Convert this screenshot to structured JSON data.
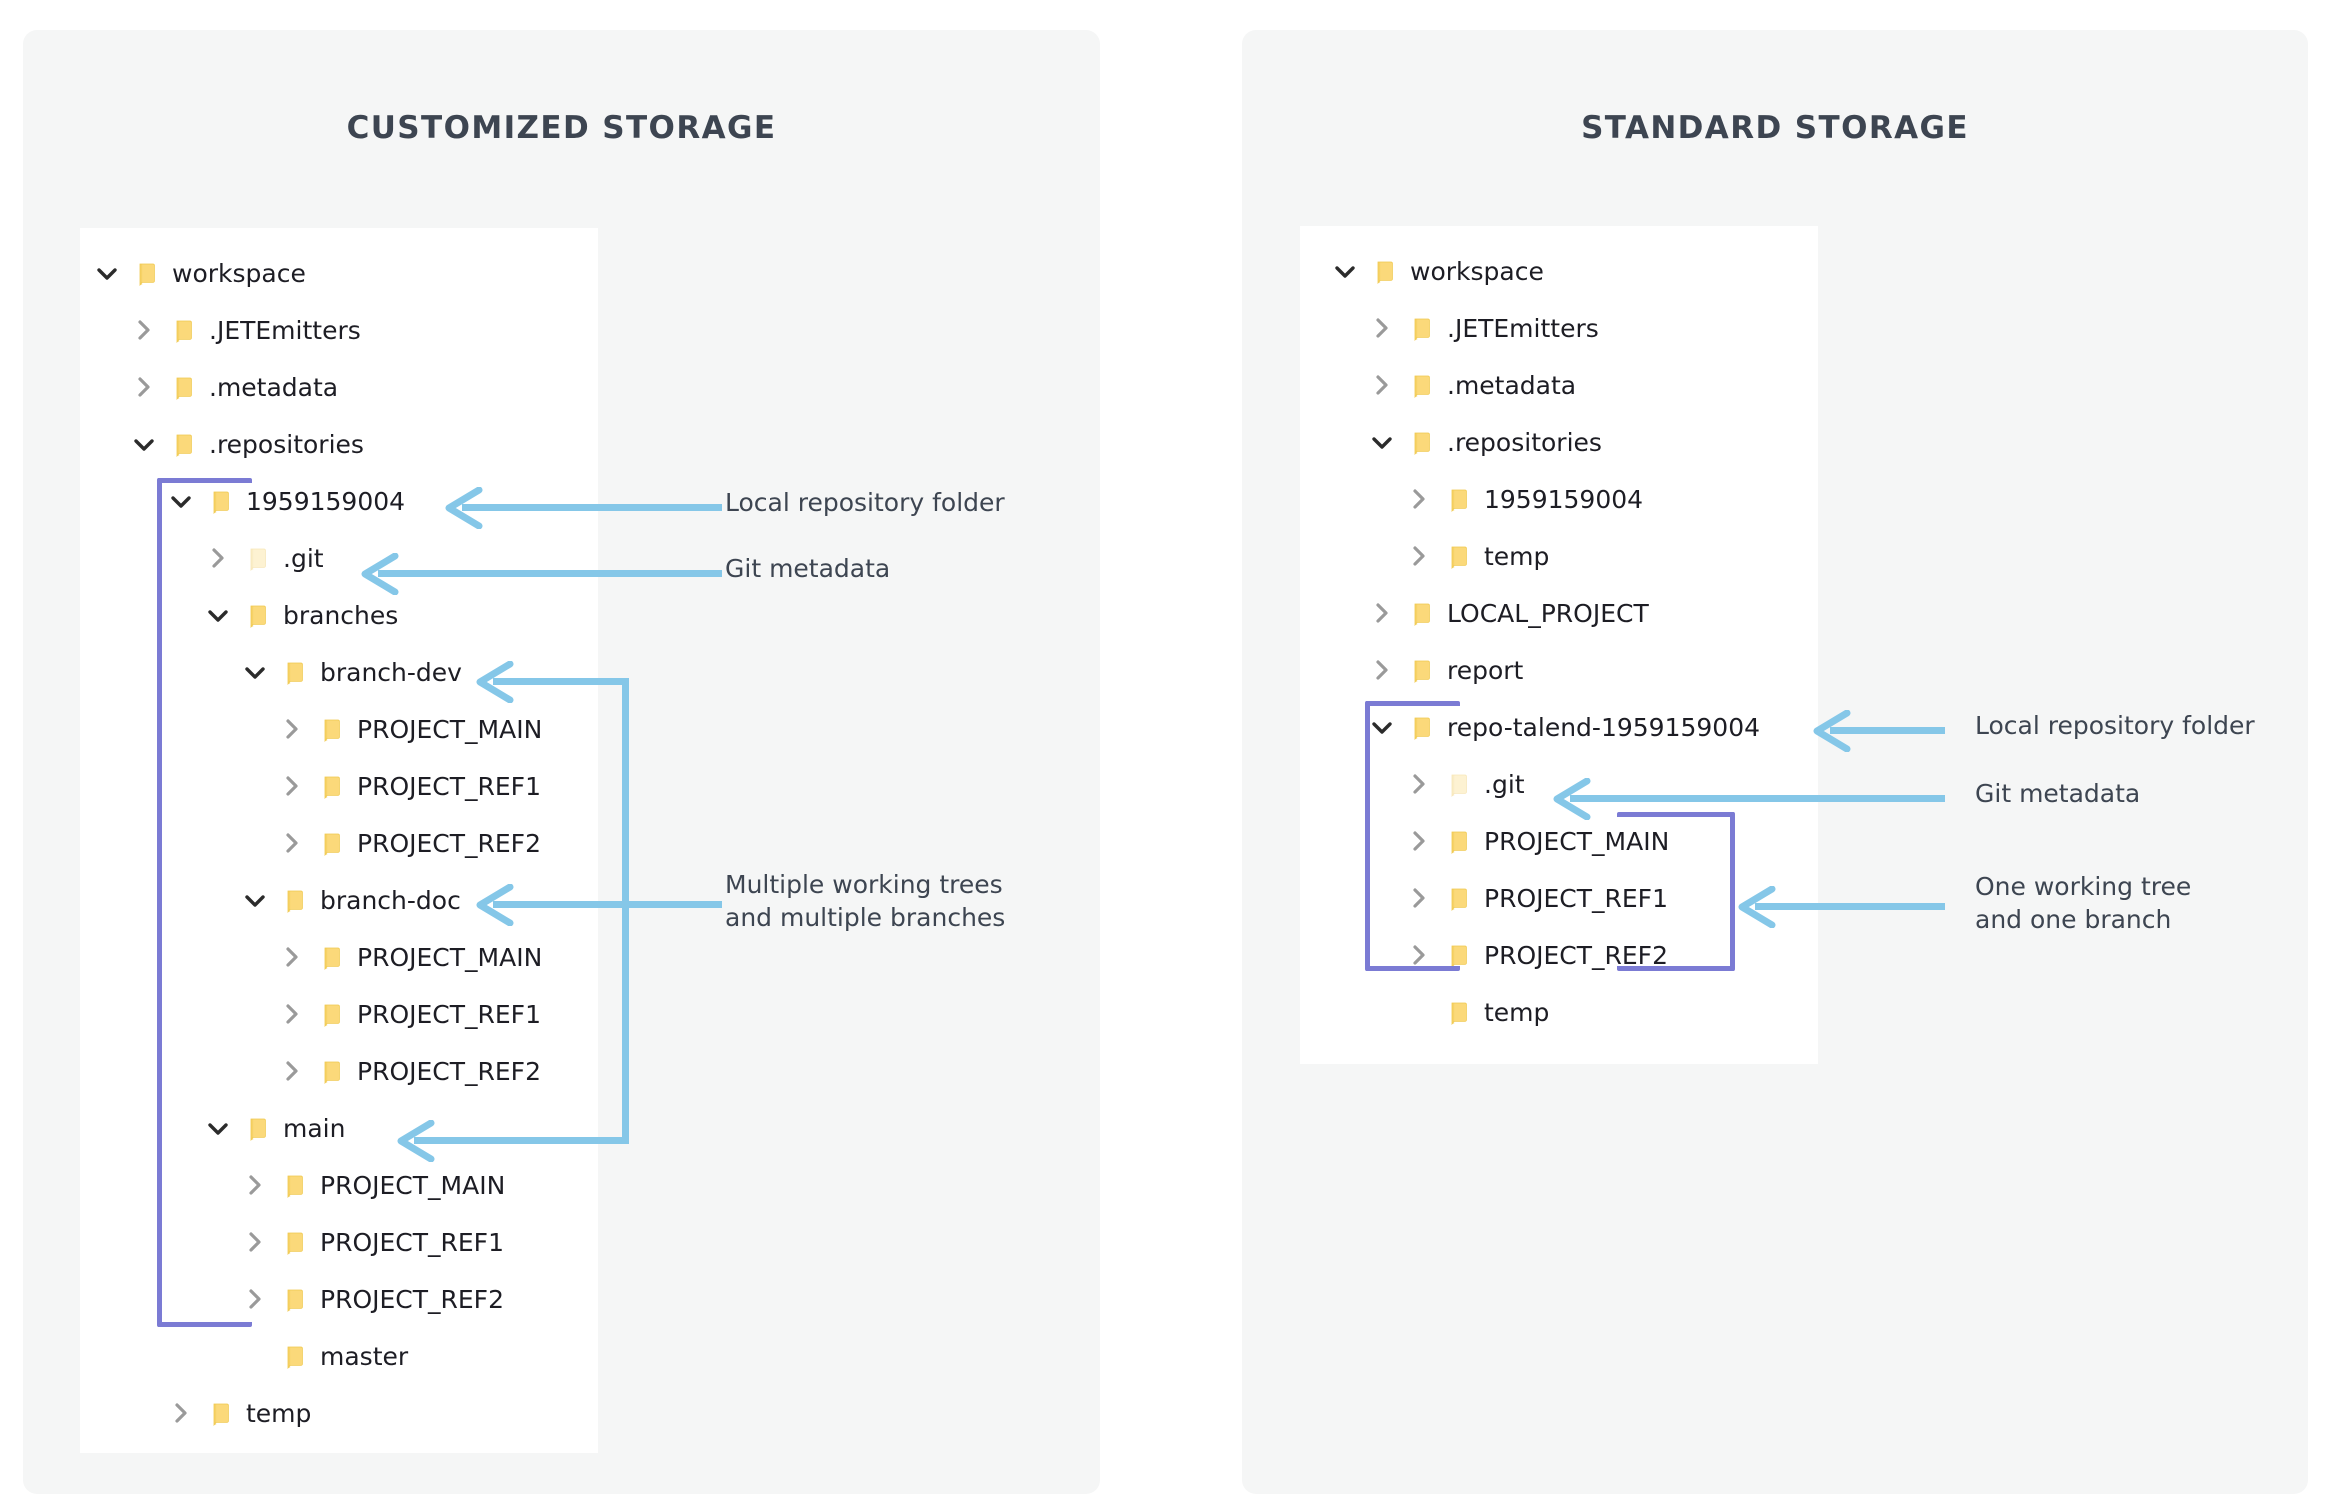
{
  "panels": {
    "left": {
      "title": "CUSTOMIZED STORAGE"
    },
    "right": {
      "title": "STANDARD STORAGE"
    }
  },
  "colors": {
    "panel_bg": "#f5f6f6",
    "canvas_bg": "#ffffff",
    "title_text": "#3d4551",
    "tree_text": "#1d1d24",
    "folder_yellow": "#fbd97a",
    "folder_pale": "#fdf2d2",
    "chevron_gray": "#9a9a9a",
    "chevron_dark": "#2b2b2b",
    "bracket_purple": "#7b7bd4",
    "connector_blue": "#85c7e8"
  },
  "left_tree": [
    {
      "label": "workspace",
      "depth": 0,
      "chevron": "down",
      "folder": "yellow"
    },
    {
      "label": ".JETEmitters",
      "depth": 1,
      "chevron": "right",
      "folder": "yellow"
    },
    {
      "label": ".metadata",
      "depth": 1,
      "chevron": "right",
      "folder": "yellow"
    },
    {
      "label": ".repositories",
      "depth": 1,
      "chevron": "down",
      "folder": "yellow"
    },
    {
      "label": "1959159004",
      "depth": 2,
      "chevron": "down",
      "folder": "yellow"
    },
    {
      "label": ".git",
      "depth": 3,
      "chevron": "right",
      "folder": "pale"
    },
    {
      "label": "branches",
      "depth": 3,
      "chevron": "down",
      "folder": "yellow"
    },
    {
      "label": "branch-dev",
      "depth": 4,
      "chevron": "down",
      "folder": "yellow"
    },
    {
      "label": "PROJECT_MAIN",
      "depth": 5,
      "chevron": "right",
      "folder": "yellow"
    },
    {
      "label": "PROJECT_REF1",
      "depth": 5,
      "chevron": "right",
      "folder": "yellow"
    },
    {
      "label": "PROJECT_REF2",
      "depth": 5,
      "chevron": "right",
      "folder": "yellow"
    },
    {
      "label": "branch-doc",
      "depth": 4,
      "chevron": "down",
      "folder": "yellow"
    },
    {
      "label": "PROJECT_MAIN",
      "depth": 5,
      "chevron": "right",
      "folder": "yellow"
    },
    {
      "label": "PROJECT_REF1",
      "depth": 5,
      "chevron": "right",
      "folder": "yellow"
    },
    {
      "label": "PROJECT_REF2",
      "depth": 5,
      "chevron": "right",
      "folder": "yellow"
    },
    {
      "label": "main",
      "depth": 3,
      "chevron": "down",
      "folder": "yellow"
    },
    {
      "label": "PROJECT_MAIN",
      "depth": 4,
      "chevron": "right",
      "folder": "yellow"
    },
    {
      "label": "PROJECT_REF1",
      "depth": 4,
      "chevron": "right",
      "folder": "yellow"
    },
    {
      "label": "PROJECT_REF2",
      "depth": 4,
      "chevron": "right",
      "folder": "yellow"
    },
    {
      "label": "master",
      "depth": 4,
      "chevron": "none",
      "folder": "yellow"
    },
    {
      "label": "temp",
      "depth": 2,
      "chevron": "right",
      "folder": "yellow"
    }
  ],
  "right_tree": [
    {
      "label": "workspace",
      "depth": 0,
      "chevron": "down",
      "folder": "yellow"
    },
    {
      "label": ".JETEmitters",
      "depth": 1,
      "chevron": "right",
      "folder": "yellow"
    },
    {
      "label": ".metadata",
      "depth": 1,
      "chevron": "right",
      "folder": "yellow"
    },
    {
      "label": ".repositories",
      "depth": 1,
      "chevron": "down",
      "folder": "yellow"
    },
    {
      "label": "1959159004",
      "depth": 2,
      "chevron": "right",
      "folder": "yellow"
    },
    {
      "label": "temp",
      "depth": 2,
      "chevron": "right",
      "folder": "yellow"
    },
    {
      "label": "LOCAL_PROJECT",
      "depth": 1,
      "chevron": "right",
      "folder": "yellow"
    },
    {
      "label": "report",
      "depth": 1,
      "chevron": "right",
      "folder": "yellow"
    },
    {
      "label": "repo-talend-1959159004",
      "depth": 1,
      "chevron": "down",
      "folder": "yellow"
    },
    {
      "label": ".git",
      "depth": 2,
      "chevron": "right",
      "folder": "pale"
    },
    {
      "label": "PROJECT_MAIN",
      "depth": 2,
      "chevron": "right",
      "folder": "yellow"
    },
    {
      "label": "PROJECT_REF1",
      "depth": 2,
      "chevron": "right",
      "folder": "yellow"
    },
    {
      "label": "PROJECT_REF2",
      "depth": 2,
      "chevron": "right",
      "folder": "yellow"
    },
    {
      "label": "temp",
      "depth": 2,
      "chevron": "none",
      "folder": "yellow"
    }
  ],
  "annotations": {
    "left": [
      {
        "id": "local-repository-folder",
        "text": "Local repository folder",
        "target": "1959159004"
      },
      {
        "id": "git-metadata",
        "text": "Git metadata",
        "target": ".git"
      },
      {
        "id": "multiple-working-trees",
        "text": "Multiple working trees\nand multiple branches",
        "target": "branch-dev / branch-doc / main"
      }
    ],
    "right": [
      {
        "id": "local-repository-folder",
        "text": "Local repository folder",
        "target": "repo-talend-1959159004"
      },
      {
        "id": "git-metadata",
        "text": "Git metadata",
        "target": ".git"
      },
      {
        "id": "one-working-tree",
        "text": "One working tree\nand one branch",
        "target": "PROJECT_MAIN / PROJECT_REF1 / PROJECT_REF2"
      }
    ]
  }
}
